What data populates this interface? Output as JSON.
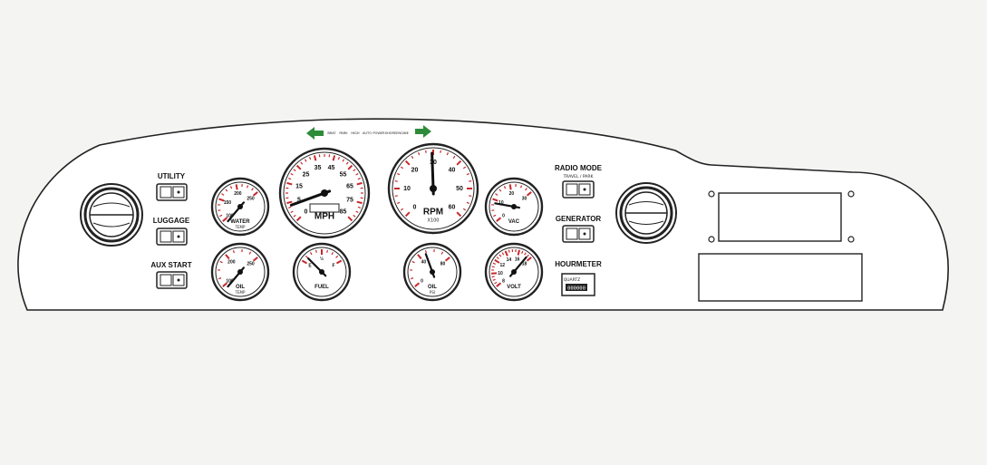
{
  "panel": {
    "colors": {
      "background": "#f4f4f2",
      "outline": "#222222",
      "accent_red": "#c8282d",
      "arrow_green": "#2e8b3a",
      "needle": "#111111"
    },
    "turn_signals": {
      "left_icon": "left-arrow-icon",
      "right_icon": "right-arrow-icon"
    },
    "indicator_strip": [
      "BRAT",
      "PARK",
      "HIGH",
      "AUTO",
      "POWER",
      "SHORE",
      "ENGINE"
    ],
    "switches": [
      {
        "id": "utility",
        "label": "UTILITY"
      },
      {
        "id": "luggage",
        "label": "LUGGAGE"
      },
      {
        "id": "aux_start",
        "label": "AUX START"
      },
      {
        "id": "radio_mode",
        "label": "RADIO MODE",
        "sublabel": "TRAVEL / PARK"
      },
      {
        "id": "generator",
        "label": "GENERATOR"
      }
    ],
    "hourmeter": {
      "label": "HOURMETER",
      "display": "000000",
      "sublabel": "QUARTZ"
    },
    "gauges": {
      "water_temp": {
        "label": "WATER",
        "sublabel": "TEMP",
        "ticks": [
          "100",
          "150",
          "200",
          "250"
        ]
      },
      "oil_temp": {
        "label": "OIL",
        "sublabel": "TEMP",
        "ticks": [
          "100",
          "200",
          "250"
        ]
      },
      "speedo": {
        "label": "MPH",
        "ticks": [
          "0",
          "5",
          "15",
          "25",
          "35",
          "45",
          "55",
          "65",
          "75",
          "85"
        ]
      },
      "tach": {
        "label": "RPM",
        "sublabel": "X100",
        "ticks": [
          "0",
          "10",
          "20",
          "30",
          "40",
          "50",
          "60"
        ]
      },
      "fuel": {
        "label": "FUEL",
        "ticks": [
          "E",
          "½",
          "F"
        ]
      },
      "oil_pressure": {
        "label": "OIL",
        "sublabel": "PSI",
        "ticks": [
          "0",
          "40",
          "80"
        ]
      },
      "vac": {
        "label": "VAC",
        "ticks": [
          "0",
          "10",
          "20",
          "30"
        ]
      },
      "volt": {
        "label": "VOLT",
        "ticks": [
          "8",
          "10",
          "12",
          "14",
          "16",
          "18"
        ]
      }
    }
  }
}
